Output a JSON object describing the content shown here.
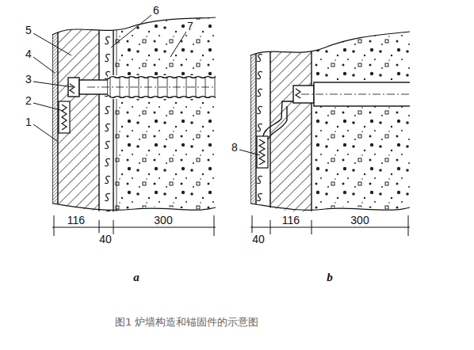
{
  "diagram": {
    "caption": "图1 炉墙构造和锚固件的示意图",
    "labels": [
      "5",
      "4",
      "3",
      "2",
      "1",
      "6",
      "7",
      "116",
      "40",
      "300",
      "a",
      "8",
      "40",
      "116",
      "300",
      "b"
    ]
  }
}
